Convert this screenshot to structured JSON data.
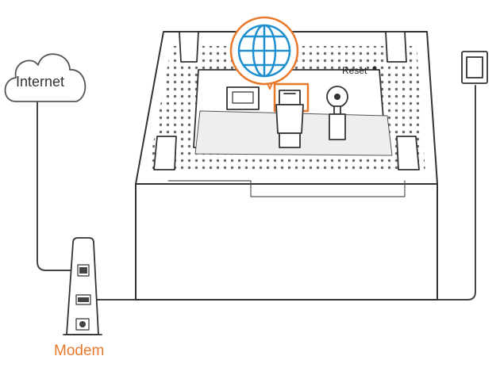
{
  "labels": {
    "internet": "Internet",
    "modem": "Modem",
    "reset": "Reset"
  },
  "icons": {
    "cloud": "cloud-icon",
    "globe": "globe-icon",
    "power_adapter": "power-adapter-icon",
    "modem": "modem-icon",
    "router": "router-icon",
    "ethernet_plug": "ethernet-plug-icon",
    "power_plug": "power-plug-icon"
  },
  "colors": {
    "accent": "#e8792b",
    "globe": "#1e8fcf",
    "line": "#444444",
    "device_fill": "#ffffff",
    "label_fill": "#eeeeee"
  }
}
